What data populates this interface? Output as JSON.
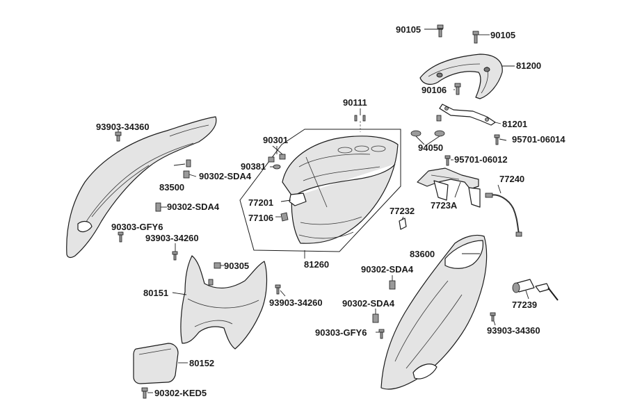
{
  "parts": {
    "p90105a": "90105",
    "p90105b": "90105",
    "p81200": "81200",
    "p90106": "90106",
    "p81201": "81201",
    "p94050": "94050",
    "p95701_06014": "95701-06014",
    "p95701_06012": "95701-06012",
    "p77240": "77240",
    "p7723A": "7723A",
    "p90111": "90111",
    "p90301": "90301",
    "p90381": "90381",
    "p77201": "77201",
    "p77106": "77106",
    "p77232": "77232",
    "p81260": "81260",
    "p93903_34360a": "93903-34360",
    "p83500": "83500",
    "p90302_SDA4a": "90302-SDA4",
    "p90302_SDA4b": "90302-SDA4",
    "p90303_GFY6a": "90303-GFY6",
    "p93903_34260a": "93903-34260",
    "p90305": "90305",
    "p80151": "80151",
    "p93903_34260b": "93903-34260",
    "p80152": "80152",
    "p90302_KED5": "90302-KED5",
    "p83600": "83600",
    "p90302_SDA4c": "90302-SDA4",
    "p90302_SDA4d": "90302-SDA4",
    "p90303_GFY6b": "90303-GFY6",
    "p77239": "77239",
    "p93903_34360b": "93903-34360"
  }
}
